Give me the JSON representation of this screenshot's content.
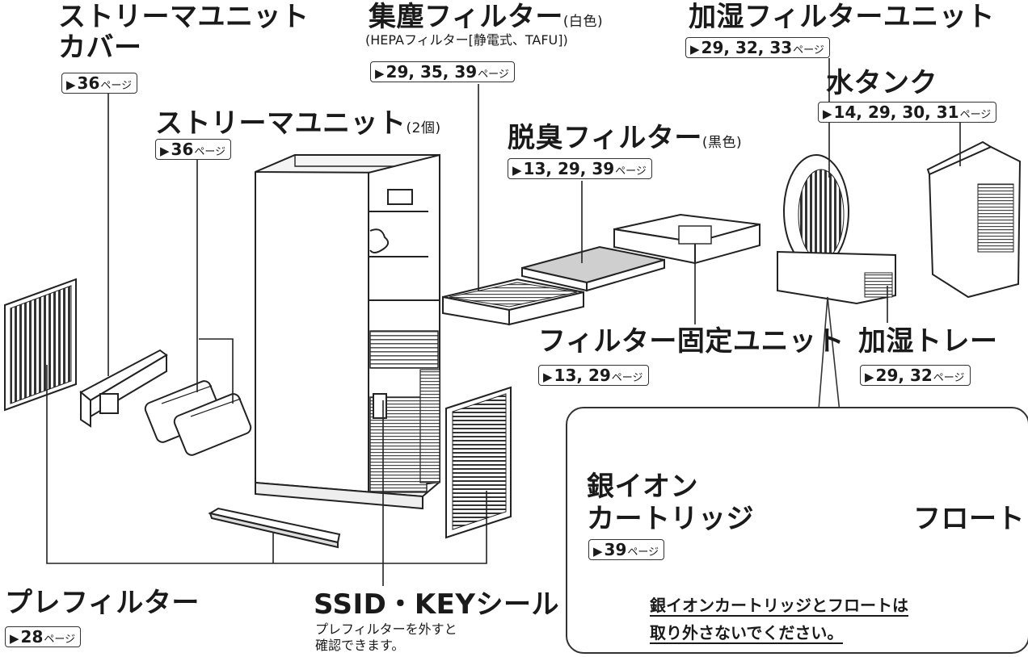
{
  "labels": {
    "streamer_cover": {
      "line1": "ストリーマユニット",
      "line2": "カバー",
      "ref": "36"
    },
    "streamer_unit": {
      "name": "ストリーマユニット",
      "note": "(2個)",
      "ref": "36"
    },
    "dust_filter": {
      "name": "集塵フィルター",
      "note": "(白色)",
      "sub": "(HEPAフィルター[静電式、TAFU])",
      "ref": "29, 35, 39"
    },
    "deodorizing_filter": {
      "name": "脱臭フィルター",
      "note": "(黒色)",
      "ref": "13, 29, 39"
    },
    "humidifier_filter_unit": {
      "name": "加湿フィルターユニット",
      "ref": "29, 32, 33"
    },
    "water_tank": {
      "name": "水タンク",
      "ref": "14, 29, 30, 31"
    },
    "filter_fixing_unit": {
      "name": "フィルター固定ユニット",
      "ref": "13, 29"
    },
    "humidifier_tray": {
      "name": "加湿トレー",
      "ref": "29, 32"
    },
    "prefilter": {
      "name": "プレフィルター",
      "ref": "28"
    },
    "ssid_key_seal": {
      "name": "SSID・KEYシール",
      "sub1": "プレフィルターを外すと",
      "sub2": "確認できます。"
    },
    "silver_ion_cartridge": {
      "line1": "銀イオン",
      "line2": "カートリッジ",
      "ref": "39"
    },
    "float": {
      "name": "フロート"
    }
  },
  "ref_arrow": "▶",
  "ref_suffix": "ページ",
  "callout_note": {
    "line1": "銀イオンカートリッジとフロートは",
    "line2": "取り外さないでください。"
  }
}
